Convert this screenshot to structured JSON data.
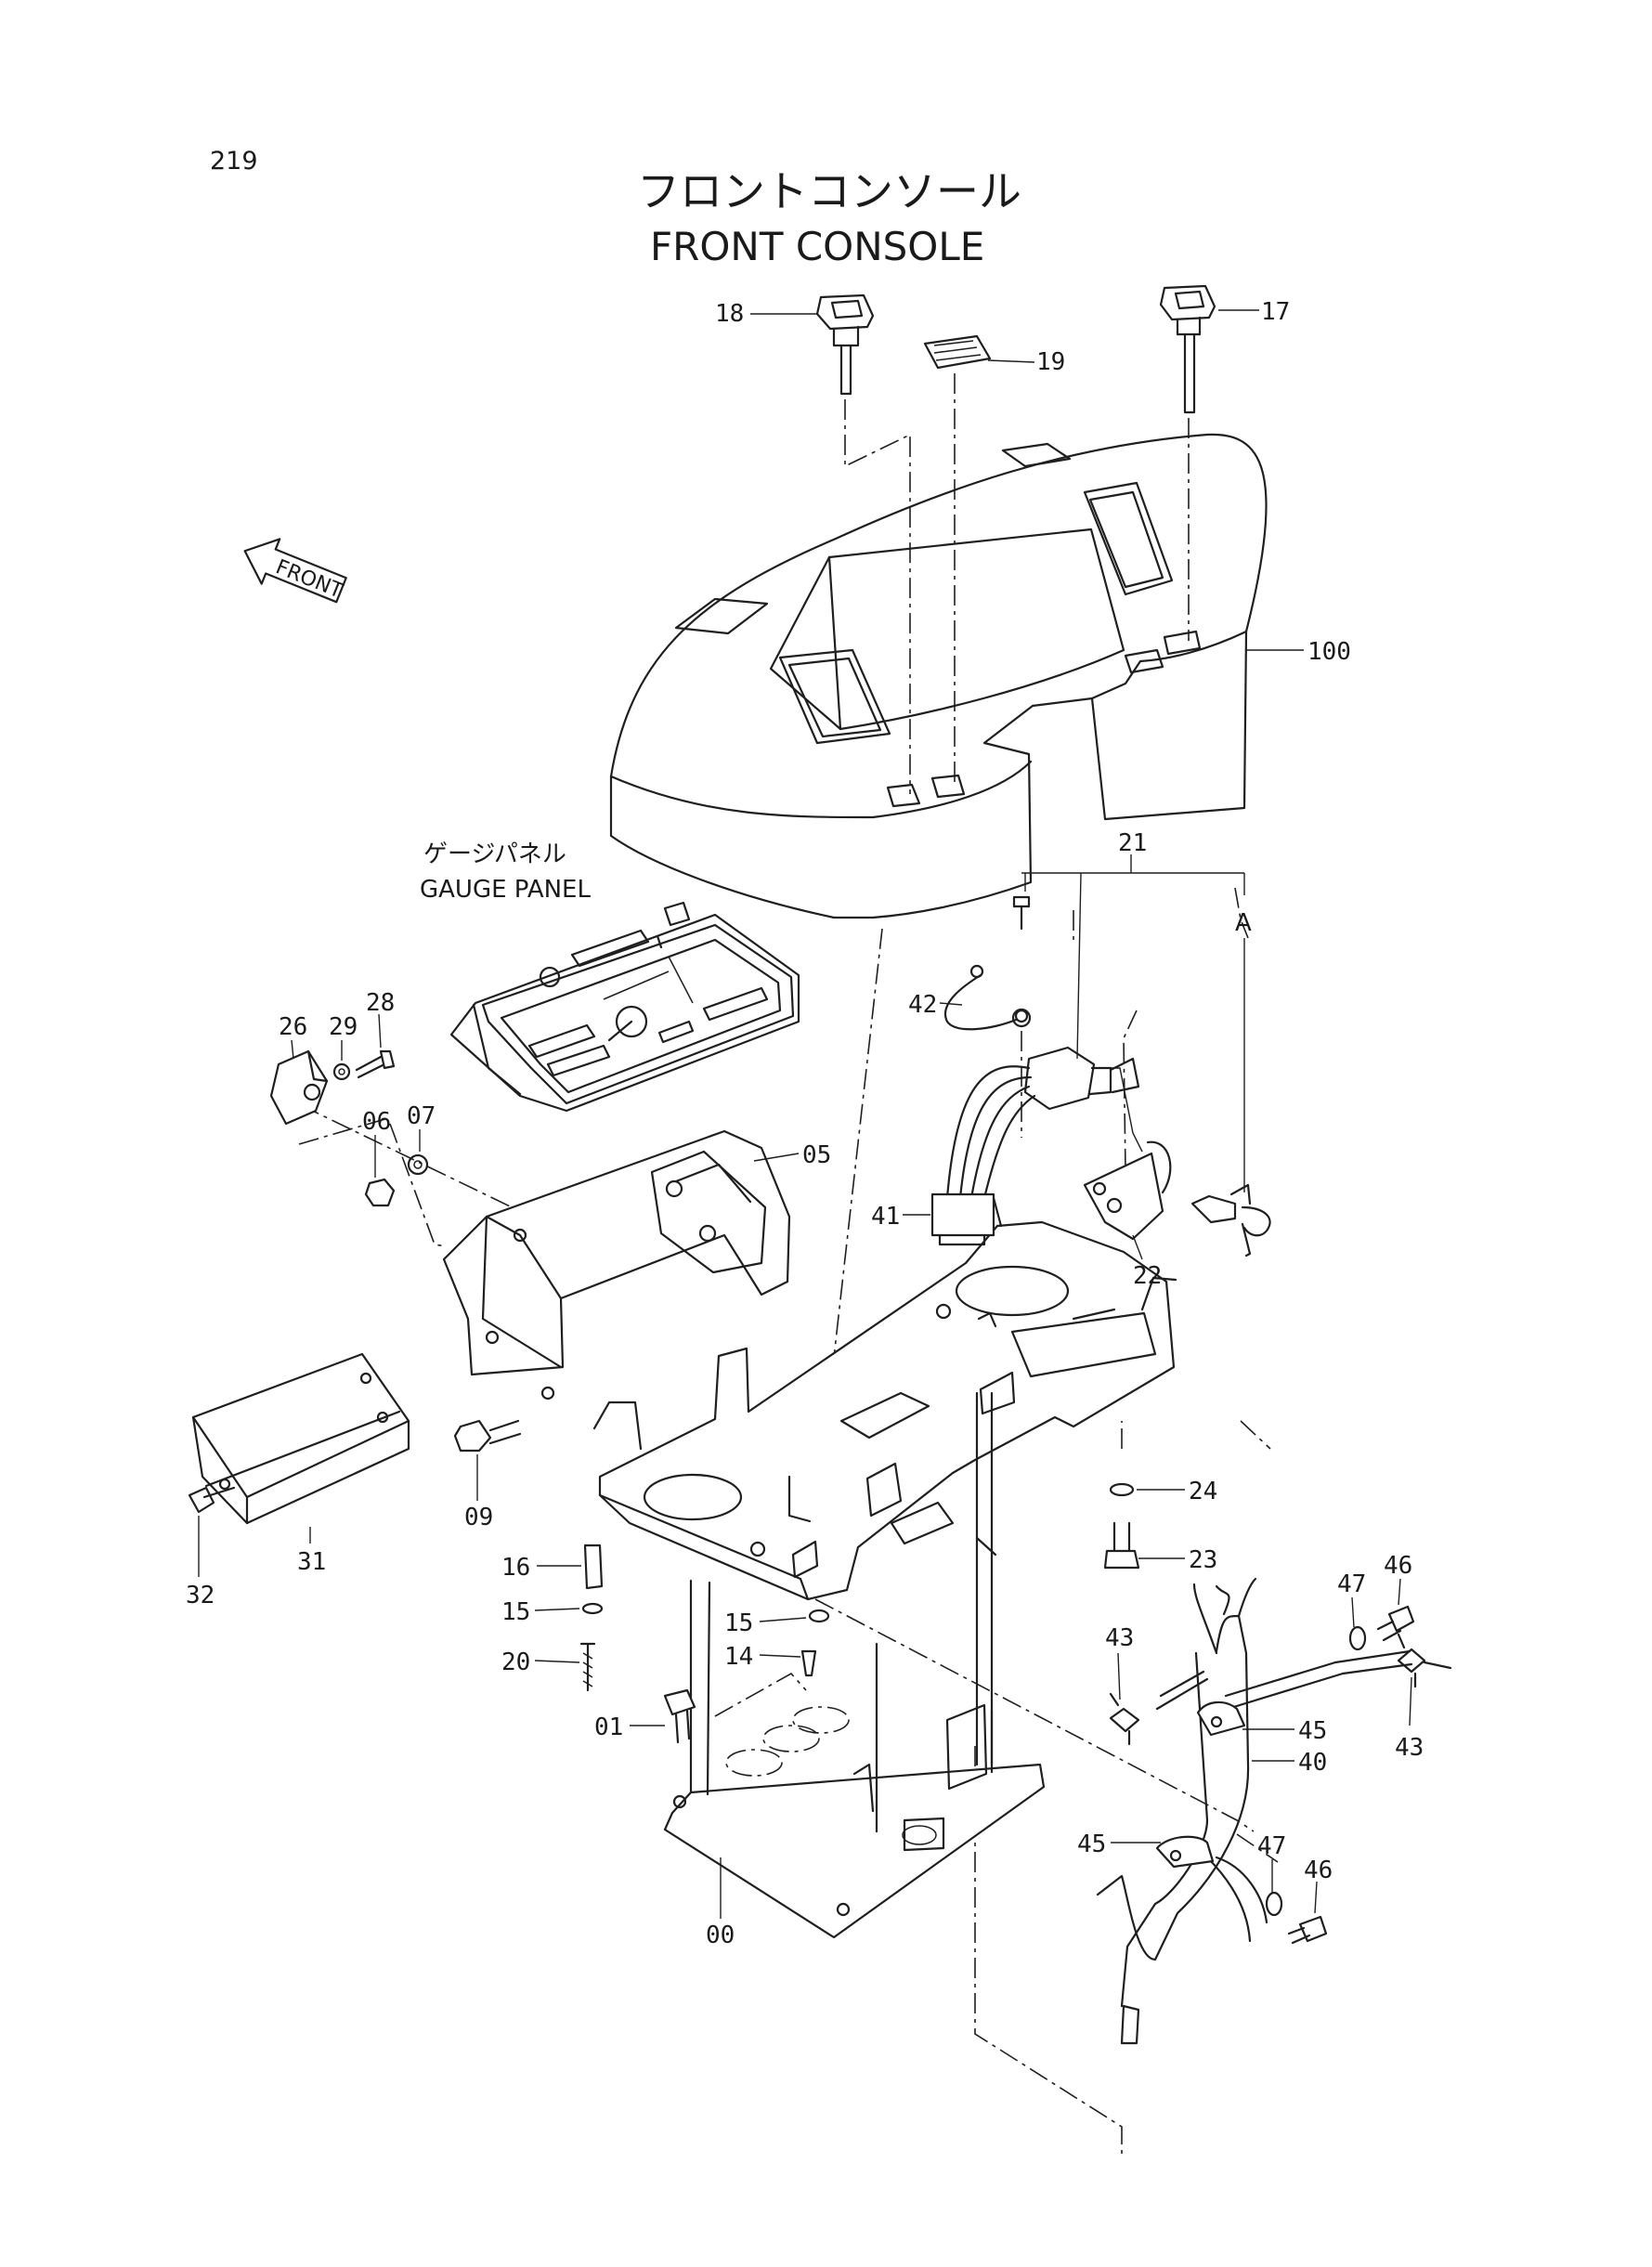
{
  "page": {
    "page_number": "219",
    "title_jp": "フロントコンソール",
    "title_en": "FRONT CONSOLE",
    "front_arrow": "FRONT",
    "gauge_panel_jp": "ゲージパネル",
    "gauge_panel_en": "GAUGE PANEL",
    "ref_a": "A"
  },
  "labels": {
    "p17": "17",
    "p18": "18",
    "p19": "19",
    "p100": "100",
    "p21": "21",
    "p42": "42",
    "p41": "41",
    "p22": "22",
    "p05": "05",
    "p26": "26",
    "p29": "29",
    "p28": "28",
    "p06": "06",
    "p07": "07",
    "p31": "31",
    "p32": "32",
    "p09": "09",
    "p16": "16",
    "p15a": "15",
    "p20": "20",
    "p15b": "15",
    "p14": "14",
    "p01": "01",
    "p00": "00",
    "p24": "24",
    "p23": "23",
    "p43a": "43",
    "p43b": "43",
    "p47a": "47",
    "p46a": "46",
    "p45a": "45",
    "p40": "40",
    "p45b": "45",
    "p47b": "47",
    "p46b": "46"
  }
}
